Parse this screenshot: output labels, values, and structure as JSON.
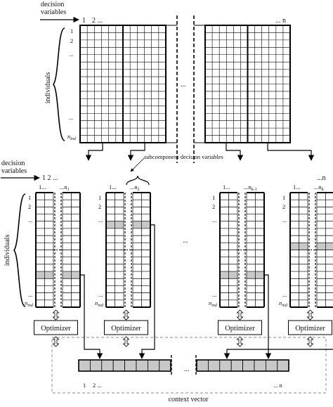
{
  "top": {
    "decision_variables_label": [
      "decision",
      "variables"
    ],
    "individuals_label": "individuals",
    "col_1": "1",
    "col_2": "2 ...",
    "col_n": "... n",
    "row_1": "1",
    "row_2": "2",
    "row_dots": "...",
    "row_dots_lower": "...",
    "row_last": "n_ind",
    "middle_ellipsis": "..."
  },
  "subcomponent_label": "subcomponent decision variables",
  "bottom": {
    "decision_variables_label": [
      "decision",
      "variables"
    ],
    "header_1": "1  2 ...",
    "header_n": "...n",
    "individuals_label": "individuals",
    "groups": [
      {
        "range": "1...   ...n_1",
        "optimizer": "Optimizer"
      },
      {
        "range": "1...   ...n_2",
        "optimizer": "Optimizer"
      },
      {
        "range": "1...   ...n_{k-1}",
        "optimizer": "Optimizer"
      },
      {
        "range": "1...   ...n_k",
        "optimizer": "Optimizer"
      }
    ],
    "row_1": "1",
    "row_2": "2",
    "row_dots": "...",
    "row_last": "n_ind",
    "middle_ellipsis": "..."
  },
  "context": {
    "label": "context vector",
    "index_1": "1",
    "index_2": "2 ...",
    "index_n": "... n",
    "middle_ellipsis": "...",
    "highlight_color": "#c8c8c8"
  }
}
